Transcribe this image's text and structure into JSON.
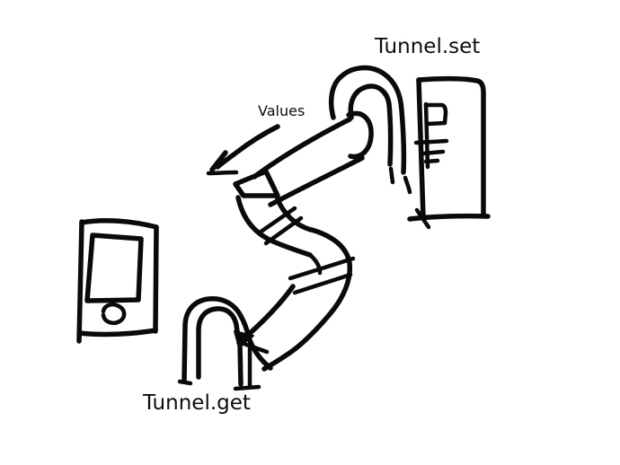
{
  "colors": {
    "ink": "#0a0a0a",
    "background": "#ffffff"
  },
  "labels": {
    "tunnel_set": "Tunnel.set",
    "tunnel_get": "Tunnel.get",
    "values": "Values"
  },
  "sketch": {
    "elements": [
      {
        "name": "tunnel-set-entrance-icon",
        "meaning": "arched tunnel opening at top right"
      },
      {
        "name": "server-tower-icon",
        "meaning": "tall computer tower with drive slot and vent lines"
      },
      {
        "name": "tunnel-tube-icon",
        "meaning": "segmented winding tube connecting the two openings"
      },
      {
        "name": "values-arrow-icon",
        "meaning": "arrow pointing down-left indicating values flow"
      },
      {
        "name": "phone-device-icon",
        "meaning": "smartphone with screen and home button at bottom left"
      },
      {
        "name": "tunnel-get-entrance-icon",
        "meaning": "arched tunnel opening at bottom left"
      }
    ]
  }
}
